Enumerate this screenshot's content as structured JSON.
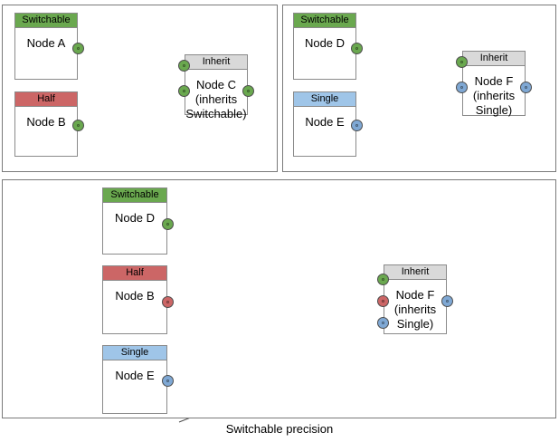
{
  "caption": "Switchable precision",
  "palette": {
    "switchable": "#6aa84f",
    "half": "#cc6666",
    "single": "#9fc5e8",
    "inherit": "#d9d9d9",
    "port_green": "#6aa84f",
    "port_red": "#cc6666",
    "port_blue": "#7fa8d4",
    "panel_border": "#7a7a7a",
    "node_border": "#8a8a8a",
    "edge": "#4d4d4d",
    "background": "#ffffff"
  },
  "panels": [
    {
      "id": "panel-top-left",
      "nodes": [
        {
          "id": "node-a",
          "header": "Switchable",
          "body": "Node A"
        },
        {
          "id": "node-b",
          "header": "Half",
          "body": "Node B"
        },
        {
          "id": "node-c",
          "header": "Inherit",
          "body": "Node C\n(inherits\nSwitchable)"
        }
      ]
    },
    {
      "id": "panel-top-right",
      "nodes": [
        {
          "id": "node-d",
          "header": "Switchable",
          "body": "Node D"
        },
        {
          "id": "node-e",
          "header": "Single",
          "body": "Node E"
        },
        {
          "id": "node-f",
          "header": "Inherit",
          "body": "Node F\n(inherits\nSingle)"
        }
      ]
    },
    {
      "id": "panel-bottom",
      "nodes": [
        {
          "id": "node-d2",
          "header": "Switchable",
          "body": "Node D"
        },
        {
          "id": "node-b2",
          "header": "Half",
          "body": "Node B"
        },
        {
          "id": "node-e2",
          "header": "Single",
          "body": "Node E"
        },
        {
          "id": "node-f2",
          "header": "Inherit",
          "body": "Node F\n(inherits\nSingle)"
        }
      ]
    }
  ]
}
